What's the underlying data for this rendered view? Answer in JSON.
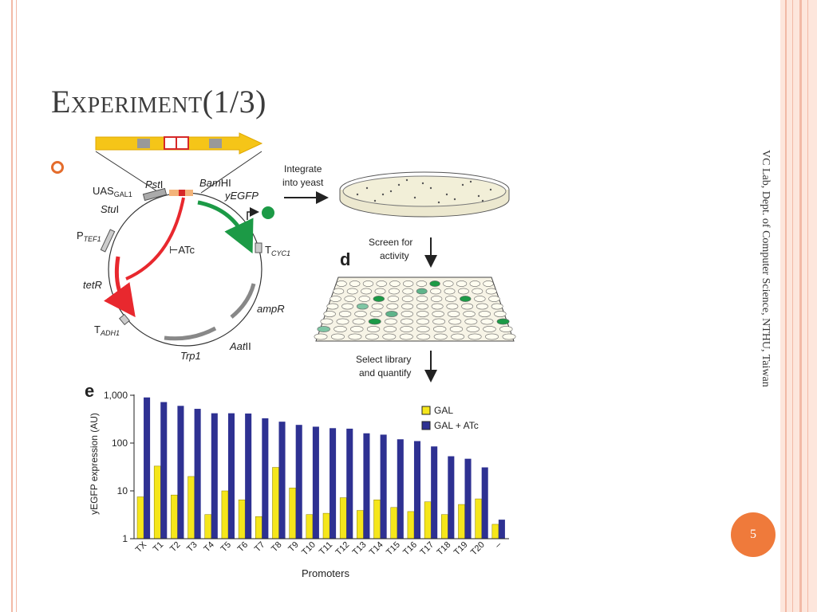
{
  "slide": {
    "title": "Experiment(1/3)",
    "side_text": "VC Lab, Dept. of Computer Science, NTHU, Taiwan",
    "page_number": "5"
  },
  "figure": {
    "plasmid": {
      "uas": "UAS",
      "uas_sub": "GAL1",
      "pst": "Pst",
      "pst_suffix": "I",
      "bam": "Bam",
      "bam_suffix": "HI",
      "yegfp": "yEGFP",
      "stu": "Stu",
      "stu_suffix": "I",
      "ptef": "P",
      "ptef_sub": "TEF1",
      "atc": "ATc",
      "tcyc": "T",
      "tcyc_sub": "CYC1",
      "tetr": "tetR",
      "ampr": "ampR",
      "tadh": "T",
      "tadh_sub": "ADH1",
      "aat": "Aat",
      "aat_suffix": "II",
      "trp": "Trp1"
    },
    "integrate_label": [
      "Integrate",
      "into yeast"
    ],
    "screen_label": [
      "Screen for",
      "activity"
    ],
    "select_label": [
      "Select library",
      "and quantify"
    ],
    "panel_d": "d",
    "panel_e": "e"
  },
  "chart_data": {
    "type": "bar",
    "ylabel": "yEGFP expression (AU)",
    "xlabel": "Promoters",
    "yscale": "log",
    "ylim": [
      1,
      1000
    ],
    "yticks": [
      "1",
      "10",
      "100",
      "1,000"
    ],
    "legend_position": "top-right",
    "categories": [
      "TX",
      "T1",
      "T2",
      "T3",
      "T4",
      "T5",
      "T6",
      "T7",
      "T8",
      "T9",
      "T10",
      "T11",
      "T12",
      "T13",
      "T14",
      "T15",
      "T16",
      "T17",
      "T18",
      "T19",
      "T20",
      "–"
    ],
    "series": [
      {
        "name": "GAL",
        "color": "#f5e61b",
        "values": [
          7.5,
          33,
          8.2,
          20,
          3.2,
          10,
          6.5,
          2.9,
          31,
          11.5,
          3.2,
          3.4,
          7.2,
          3.9,
          6.5,
          4.5,
          3.7,
          5.9,
          3.2,
          5.2,
          6.8,
          2.0
        ]
      },
      {
        "name": "GAL + ATc",
        "color": "#2e3192",
        "values": [
          900,
          720,
          600,
          520,
          420,
          420,
          415,
          330,
          280,
          240,
          220,
          205,
          200,
          160,
          150,
          120,
          110,
          85,
          53,
          47,
          31,
          2.5
        ]
      }
    ]
  }
}
